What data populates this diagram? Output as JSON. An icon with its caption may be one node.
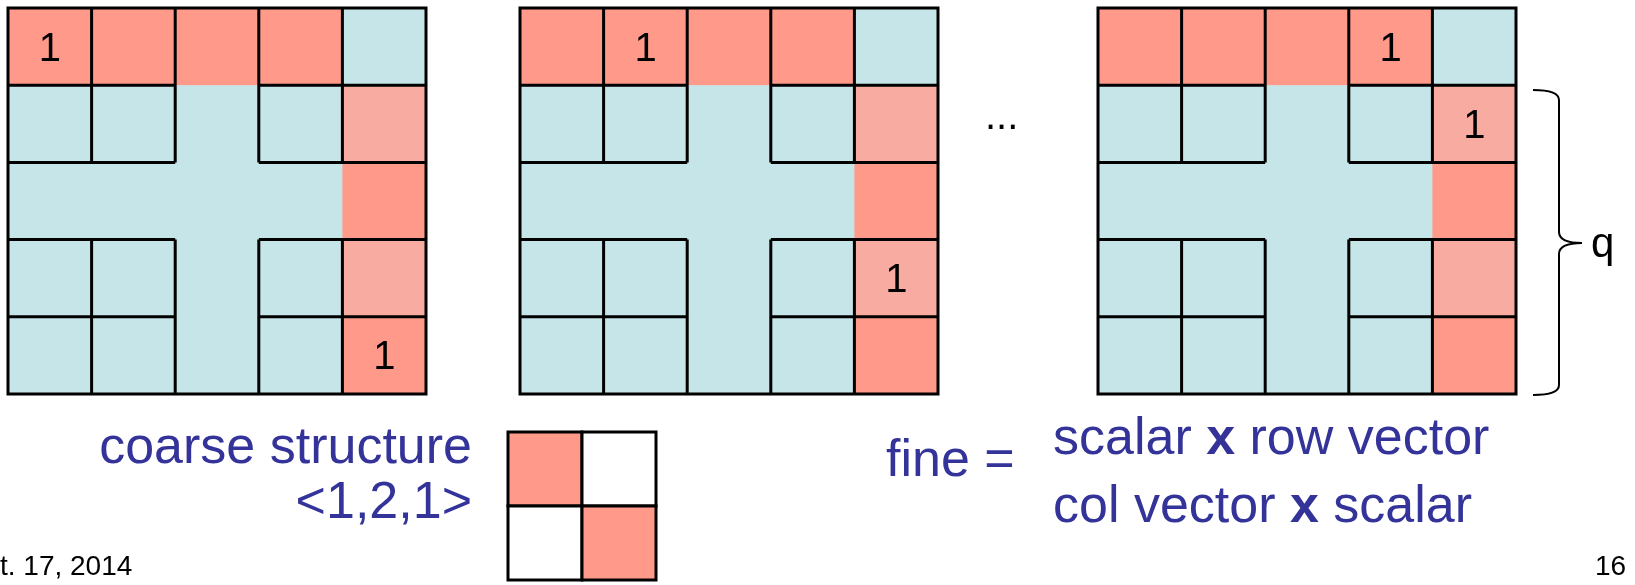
{
  "diagram": {
    "labels": [
      "1",
      "1",
      "1",
      "1",
      "...",
      "1",
      "1",
      "q",
      "coarse structure <1,2,1>",
      "fine =",
      "scalar **x** row vector",
      "col vector **x** scalar",
      "t. 17, 2014",
      "16"
    ]
  }
}
